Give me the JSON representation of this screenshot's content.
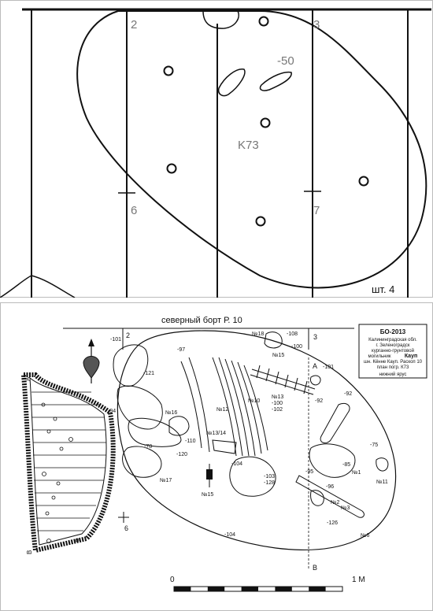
{
  "top_plan": {
    "grid_labels": [
      "2",
      "3",
      "6",
      "7"
    ],
    "depth_label": "-50",
    "burial_label": "K73",
    "sheet_label": "шт. 4"
  },
  "bottom_plan": {
    "title": "северный борт Р. 10",
    "grid_labels": [
      "2",
      "3",
      "6"
    ],
    "section_labels": [
      "A",
      "A",
      "B",
      "B"
    ],
    "stamp": {
      "code": "БО-2013",
      "lines": [
        "Калининградская обл.",
        "г. Зеленоградск",
        "курганно-грунтовой",
        "могильник"
      ],
      "site": "Кауп",
      "line5": "шн. Кённе Кауп. Раскоп 10",
      "line6": "план погр. К73",
      "line7": "нижний ярус"
    },
    "depths": [
      "-101",
      "-97",
      "-108",
      "-100",
      "-101",
      "-121",
      "-92",
      "-94",
      "-92",
      "-102",
      "-100",
      "-78",
      "-110",
      "-120",
      "-104",
      "-95",
      "-103",
      "-128",
      "-96",
      "-126",
      "-104",
      "-85",
      "-75"
    ],
    "finds": [
      "№18",
      "№15",
      "№16",
      "№13/14",
      "№10",
      "№13",
      "№12",
      "№17",
      "№15",
      "№1",
      "№11",
      "№2",
      "№3",
      "№6"
    ],
    "scale": {
      "start": "0",
      "end": "1 М"
    }
  }
}
